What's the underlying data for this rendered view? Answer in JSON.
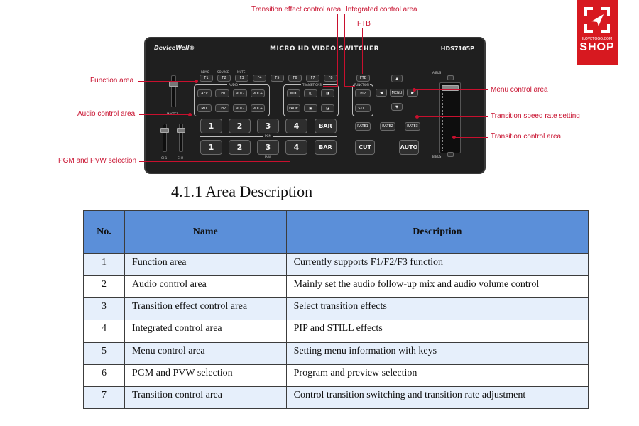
{
  "callouts": {
    "transition_effect": "Transition effect control area",
    "integrated": "Integrated control area",
    "ftb": "FTB",
    "function_area": "Function area",
    "menu_control": "Menu control area",
    "audio_control": "Audio control area",
    "transition_speed": "Transition speed rate setting",
    "transition_control": "Transition control area",
    "pgm_pvw": "PGM and PVW selection"
  },
  "device": {
    "brand": "DeviceWell®",
    "product": "MICRO HD VIDEO SWITCHER",
    "model": "HDS7105P",
    "function_keys": [
      "F1",
      "F2",
      "F3",
      "F4",
      "F5",
      "F6",
      "F7",
      "F8"
    ],
    "function_tags": [
      "REMO",
      "SOURCE",
      "MUTE"
    ],
    "audio_label": "AUDIO",
    "audio_keys": [
      "AFV",
      "CH1",
      "VOL-",
      "VOL+",
      "MIX",
      "CH2",
      "VOL-",
      "VOL+"
    ],
    "transitions_label": "TRANSITIONS",
    "transition_keys": [
      "MIX",
      "FADE"
    ],
    "function_label": "FUNCTION",
    "ftb_key": "FTB",
    "pip_key": "PIP",
    "still_key": "STILL",
    "menu_key": "MENU",
    "rate_keys": [
      "RATE1",
      "RATE2",
      "RATE3"
    ],
    "cut_key": "CUT",
    "auto_key": "AUTO",
    "pgm_label": "PGM",
    "pvw_label": "PVW",
    "bus_keys": [
      "1",
      "2",
      "3",
      "4",
      "BAR"
    ],
    "master_label": "MASTER",
    "ch_labels": [
      "CH1",
      "CH2"
    ],
    "a_bus": "A-BUS",
    "b_bus": "B-BUS"
  },
  "logo": {
    "site": "ILOVETOGO.COM",
    "text": "SHOP"
  },
  "heading": "4.1.1 Area Description",
  "table": {
    "headers": [
      "No.",
      "Name",
      "Description"
    ],
    "rows": [
      {
        "no": "1",
        "name": "Function area",
        "desc": "Currently supports F1/F2/F3 function"
      },
      {
        "no": "2",
        "name": "Audio control area",
        "desc": "Mainly set the audio follow-up mix and audio volume control"
      },
      {
        "no": "3",
        "name": "Transition effect control area",
        "desc": "Select transition effects"
      },
      {
        "no": "4",
        "name": "Integrated control area",
        "desc": "PIP and STILL effects"
      },
      {
        "no": "5",
        "name": "Menu control area",
        "desc": "Setting menu information with keys"
      },
      {
        "no": "6",
        "name": "PGM and PVW selection",
        "desc": "Program and preview selection"
      },
      {
        "no": "7",
        "name": "Transition control area",
        "desc": "Control transition switching and transition rate adjustment"
      }
    ]
  },
  "colors": {
    "callout": "#c8102e",
    "header_blue": "#5b8fd9",
    "row_stripe": "#e6effb",
    "logo_red": "#d71920"
  }
}
